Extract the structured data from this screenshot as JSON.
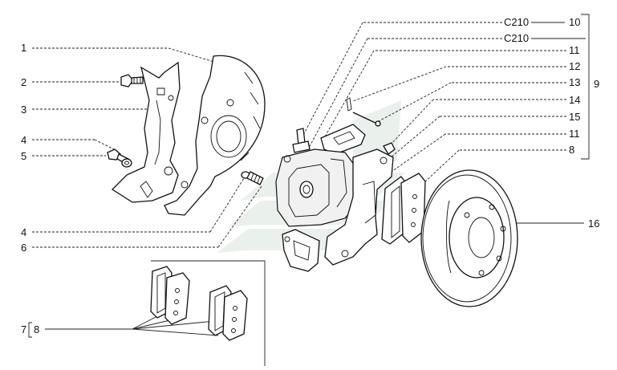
{
  "labels": {
    "l1": "1",
    "l2": "2",
    "l3": "3",
    "l4a": "4",
    "l5": "5",
    "l4b": "4",
    "l6": "6",
    "l7": "7",
    "l8a": "8",
    "c210a": "C210",
    "c210b": "C210",
    "l10": "10",
    "l11a": "11",
    "l12": "12",
    "l13": "13",
    "l14": "14",
    "l15": "15",
    "l11b": "11",
    "l8b": "8",
    "l9": "9",
    "l16": "16"
  },
  "colors": {
    "line": "#222222",
    "watermark": "#d9e4da",
    "background": "#ffffff"
  }
}
